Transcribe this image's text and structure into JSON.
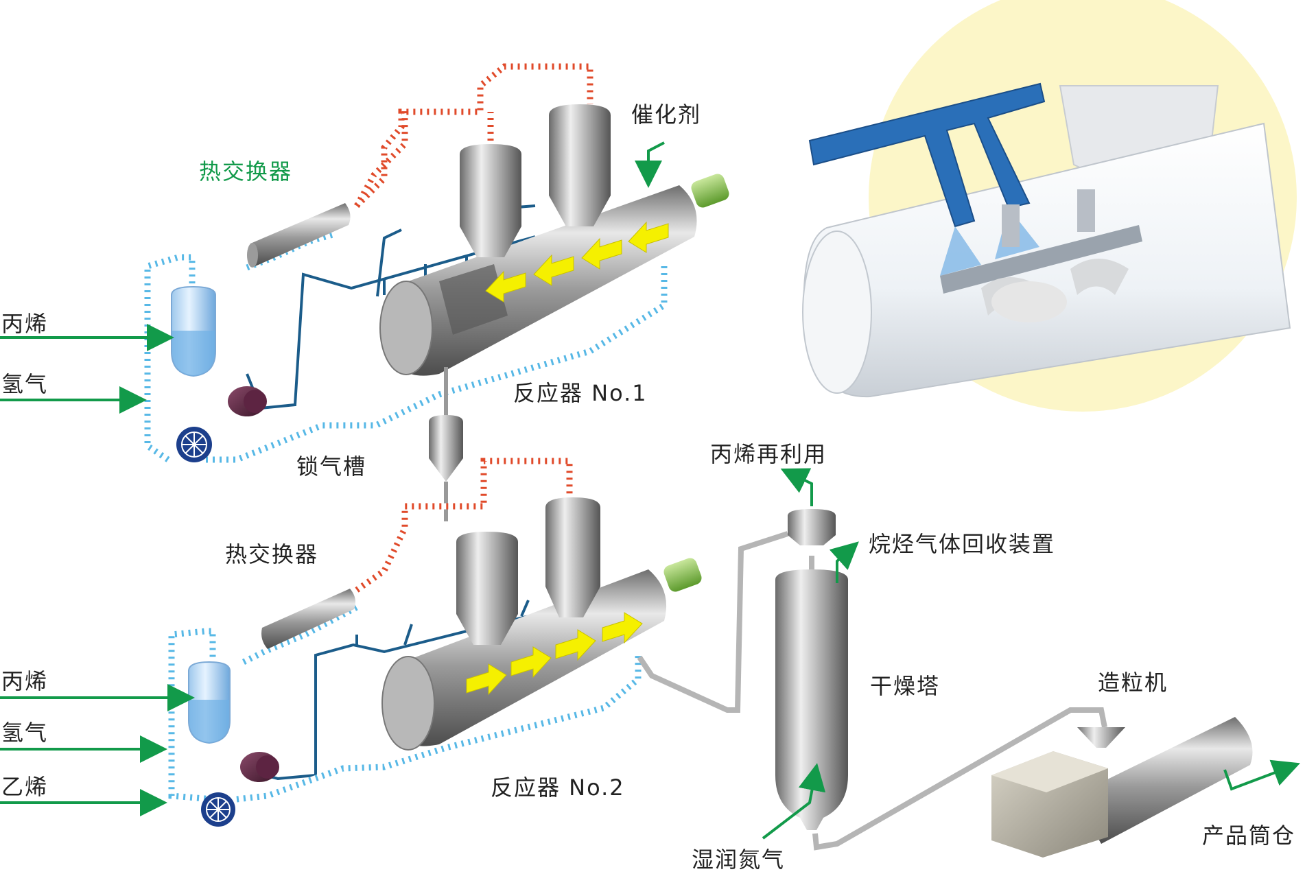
{
  "labels": {
    "catalyst": "催化剂",
    "heat_exchanger_1": "热交换器",
    "heat_exchanger_2": "热交换器",
    "reactor_1": "反应器 No.1",
    "reactor_2": "反应器 No.2",
    "lock_tank": "锁气槽",
    "propylene_1": "丙烯",
    "hydrogen_1": "氢气",
    "propylene_2": "丙烯",
    "hydrogen_2": "氢气",
    "ethylene": "乙烯",
    "propylene_recycle": "丙烯再利用",
    "alkane_recovery": "烷烃气体回收装置",
    "drying_tower": "干燥塔",
    "wet_nitrogen": "湿润氮气",
    "pelletizer": "造粒机",
    "product_silo": "产品筒仓"
  },
  "colors": {
    "arrow_green": "#129a4a",
    "pipe_blue": "#1b5c8a",
    "pipe_red": "#e04a2a",
    "pipe_cyan": "#57b8e6",
    "flow_yellow": "#f5f000",
    "inset_bg": "#fcf6c8",
    "heat_label_green": "#129a4a"
  }
}
